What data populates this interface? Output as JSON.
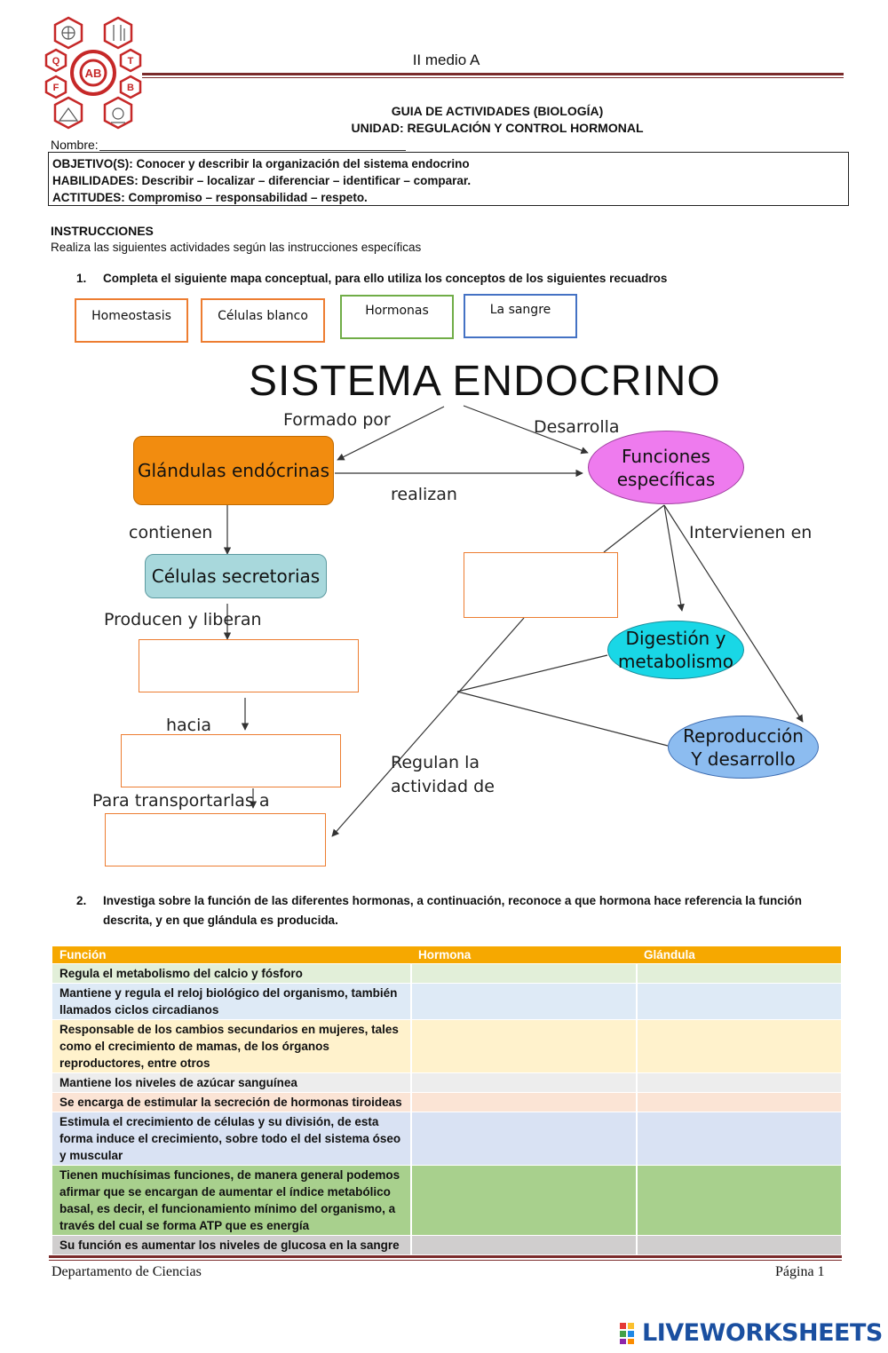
{
  "header": {
    "course": "II medio A",
    "title_line1": "GUIA DE ACTIVIDADES (BIOLOGÍA)",
    "title_line2": "UNIDAD: REGULACIÓN Y CONTROL HORMONAL",
    "name_label": "Nombre:",
    "logo": {
      "letters": [
        "Q",
        "T",
        "F",
        "B"
      ],
      "center_text": "AB"
    }
  },
  "objectives": {
    "objective": "OBJETIVO(S): Conocer y describir la organización del sistema endocrino",
    "skills": "HABILIDADES: Describir – localizar – diferenciar – identificar – comparar.",
    "attitudes": "ACTITUDES: Compromiso – responsabilidad – respeto."
  },
  "instructions": {
    "heading": "INSTRUCCIONES",
    "text": "Realiza las siguientes actividades según las instrucciones específicas"
  },
  "q1": {
    "number": "1.",
    "text": "Completa el siguiente mapa conceptual, para ello utiliza los conceptos de los siguientes recuadros",
    "concepts": [
      "Homeostasis",
      "Células blanco",
      "Hormonas",
      "La sangre"
    ]
  },
  "concept_map": {
    "title": "SISTEMA ENDOCRINO",
    "nodes": {
      "glandulas": "Glándulas endócrinas",
      "funciones_l1": "Funciones",
      "funciones_l2": "específicas",
      "celulas": "Células secretorias",
      "digestion_l1": "Digestión y",
      "digestion_l2": "metabolismo",
      "repro_l1": "Reproducción",
      "repro_l2": "Y desarrollo"
    },
    "labels": {
      "formado_por": "Formado por",
      "desarrolla": "Desarrolla",
      "realizan": "realizan",
      "contienen": "contienen",
      "intervienen": "Intervienen en",
      "producen": "Producen y liberan",
      "hacia": "hacia",
      "regulan_l1": "Regulan la",
      "regulan_l2": "actividad de",
      "transportar": "Para transportarlas  a"
    },
    "colors": {
      "glandulas": "#f28c0f",
      "funciones": "#ee7bee",
      "celulas": "#a8d8dc",
      "digestion": "#19d7e6",
      "reproduccion": "#8cbcf0",
      "blank_border": "#ed7d31"
    }
  },
  "q2": {
    "number": "2.",
    "text": "Investiga sobre la función de las diferentes hormonas, a continuación, reconoce a que hormona hace referencia la función descrita, y en que glándula es producida."
  },
  "table": {
    "headers": [
      "Función",
      "Hormona",
      "Glándula"
    ],
    "rows": [
      "Regula el metabolismo del calcio y fósforo",
      "Mantiene y regula el reloj biológico del organismo, también llamados ciclos circadianos",
      "Responsable de los cambios secundarios en mujeres, tales como el crecimiento de mamas, de los órganos reproductores, entre otros",
      "Mantiene los niveles de azúcar sanguínea",
      "Se encarga de estimular la secreción de hormonas tiroideas",
      "Estimula el crecimiento de células y su división, de esta forma induce el crecimiento, sobre todo el del sistema óseo y muscular",
      "Tienen muchísimas funciones, de manera general podemos afirmar que se encargan de aumentar el índice metabólico basal, es decir, el funcionamiento mínimo del organismo, a través del cual se forma ATP que es energía",
      "Su función es aumentar los niveles de glucosa en la sangre"
    ],
    "header_color": "#f6a800"
  },
  "footer": {
    "department": "Departamento de Ciencias",
    "page": "Página 1",
    "brand": "LIVEWORKSHEETS"
  }
}
